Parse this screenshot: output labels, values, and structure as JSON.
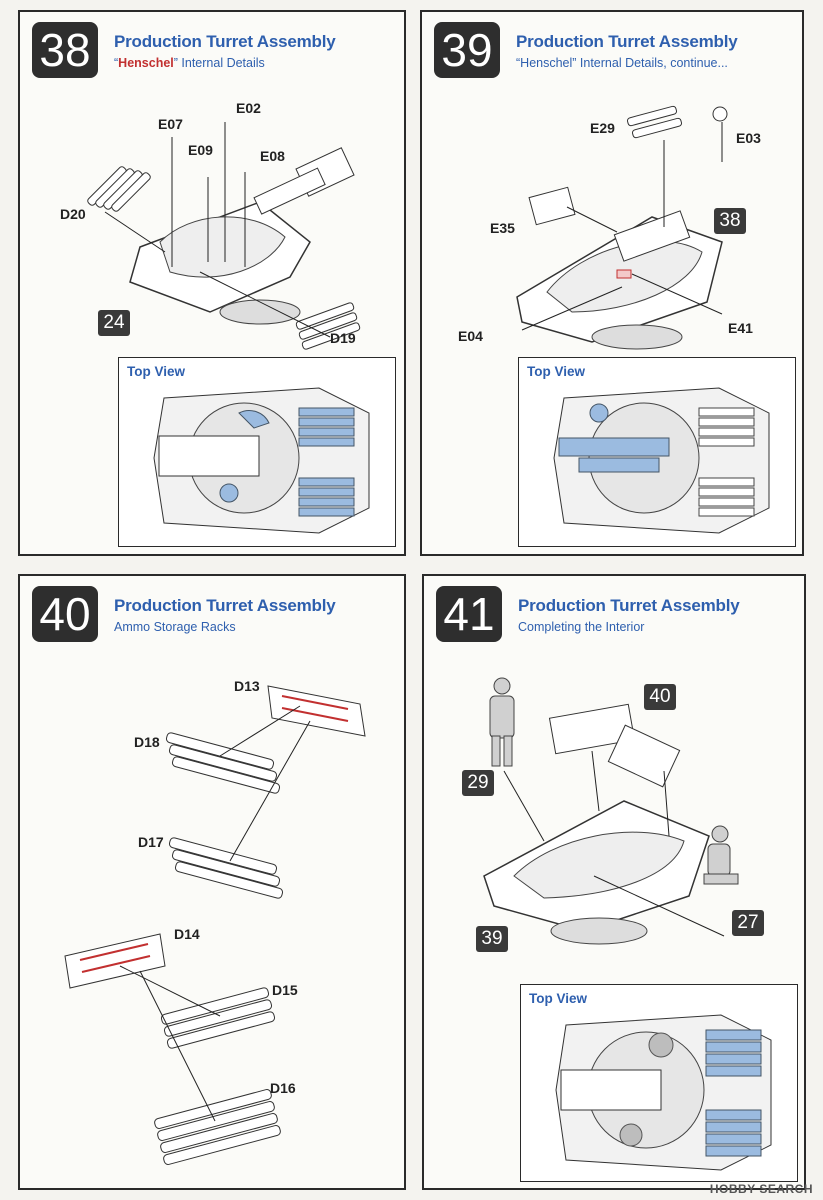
{
  "steps": [
    {
      "number": "38",
      "title": "Production Turret Assembly",
      "subtitle_red": "Henschel",
      "subtitle_rest": "” Internal Details",
      "subtitle_prefix": "“",
      "parts": [
        "E02",
        "E07",
        "E09",
        "E08",
        "D20",
        "D19"
      ],
      "ref_badge": "24",
      "top_view": "Top View"
    },
    {
      "number": "39",
      "title": "Production Turret Assembly",
      "subtitle": "“Henschel” Internal Details, continue...",
      "parts": [
        "E29",
        "E03",
        "E35",
        "E04",
        "E41"
      ],
      "ref_badge": "38",
      "top_view": "Top View"
    },
    {
      "number": "40",
      "title": "Production Turret Assembly",
      "subtitle": "Ammo Storage Racks",
      "parts": [
        "D13",
        "D18",
        "D17",
        "D14",
        "D15",
        "D16"
      ]
    },
    {
      "number": "41",
      "title": "Production Turret Assembly",
      "subtitle": "Completing the Interior",
      "badges": [
        "40",
        "29",
        "27",
        "39"
      ],
      "top_view": "Top View"
    }
  ],
  "watermark": "HOBBY SEARCH",
  "colors": {
    "title_blue": "#2e5fae",
    "accent_red": "#c23030",
    "highlight_blue": "#9bbbe0"
  }
}
